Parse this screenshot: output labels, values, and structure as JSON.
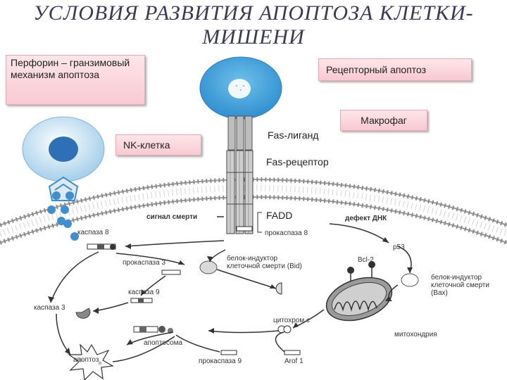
{
  "title": {
    "line1": "УСЛОВИЯ РАЗВИТИЯ АПОПТОЗА КЛЕТКИ-",
    "line2": "МИШЕНИ"
  },
  "boxes": {
    "perforin": "Перфорин – гранзимовый механизм апоптоза",
    "receptor_apoptosis": "Рецепторный апоптоз",
    "macrophage": "Макрофаг",
    "nk_cell": "NK-клетка"
  },
  "labels": {
    "fas_ligand": "Fas-лиганд",
    "fas_receptor": "Fas-рецептор",
    "fadd": "FADD"
  },
  "diagram": {
    "death_signal": "сигнал смерти",
    "dna_defect": "дефект ДНК",
    "caspase8": "каспаза 8",
    "procaspase8": "прокаспаза 8",
    "p53": "р53",
    "bid_line1": "белок-индуктор",
    "bid_line2": "клеточной смерти (Bid)",
    "bcl2": "Bcl-2",
    "bax_line1": "белок-индуктор",
    "bax_line2": "клеточной смерти",
    "bax_line3": "(Bax)",
    "procaspase3": "прокаспаза 3",
    "caspase9": "каспаза 9",
    "caspase3": "каспаза 3",
    "cytochrome_c": "цитохром с",
    "mitochondria": "митохондрия",
    "apoptosome": "апоптосома",
    "apoptosis": "апоптоз",
    "procaspase9": "прокаспаза 9",
    "apaf1": "Arof 1"
  },
  "colors": {
    "cell_blue": "#3f8fd0",
    "nucleus_blue": "#2f6fb5",
    "box_pink": "#f9c9d2",
    "title_color": "#3a3a55",
    "membrane_gray": "#9a9a9a"
  }
}
